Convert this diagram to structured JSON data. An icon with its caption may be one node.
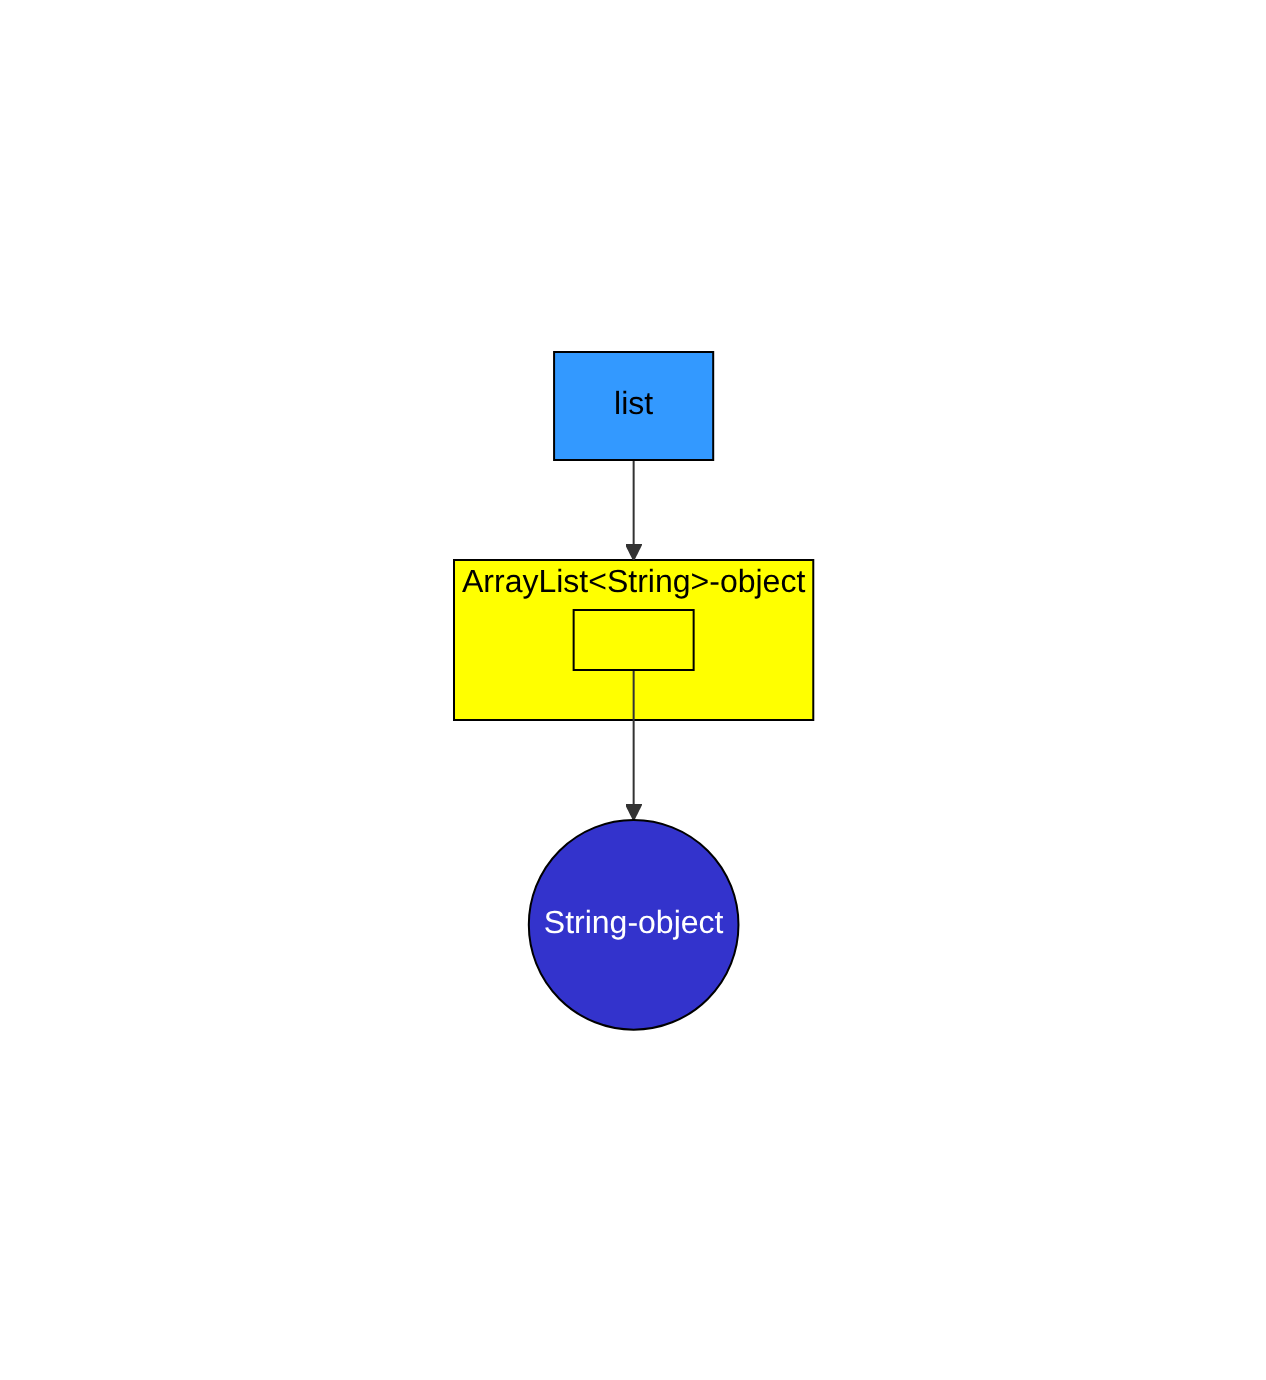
{
  "diagram": {
    "nodes": [
      {
        "text": [
          "list"
        ]
      },
      {
        "text": [
          "String-object"
        ]
      },
      {
        "text": [
          "ArrayList<String>-object"
        ]
      },
      {
        "text": [],
        "shape": "box",
        "in": 2
      }
    ],
    "edges": [
      {
        "from": 0,
        "to": 2,
        "arrow": "to"
      },
      {
        "from": 3,
        "to": 1,
        "arrow": "to"
      }
    ]
  }
}
